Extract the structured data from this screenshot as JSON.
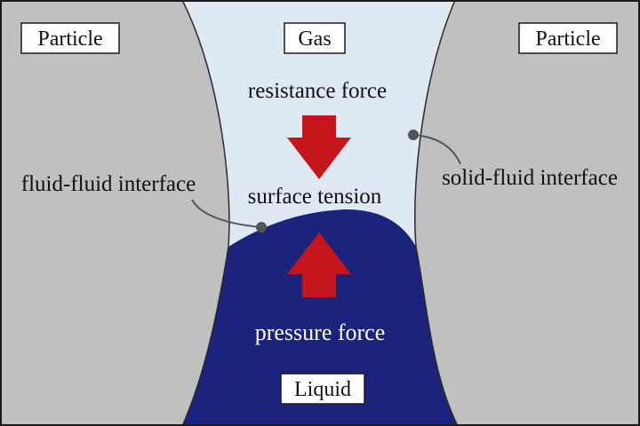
{
  "labels": {
    "particle_left": "Particle",
    "gas": "Gas",
    "particle_right": "Particle",
    "resistance_force": "resistance force",
    "fluid_fluid_interface": "fluid-fluid interface",
    "surface_tension": "surface tension",
    "solid_fluid_interface": "solid-fluid interface",
    "pressure_force": "pressure force",
    "liquid": "Liquid"
  },
  "colors": {
    "particle": "#c0c0c0",
    "gas": "#dfe9f4",
    "liquid": "#1c237c",
    "arrow": "#c4161c",
    "leader": "#555555",
    "frame": "#1a1a1a"
  }
}
